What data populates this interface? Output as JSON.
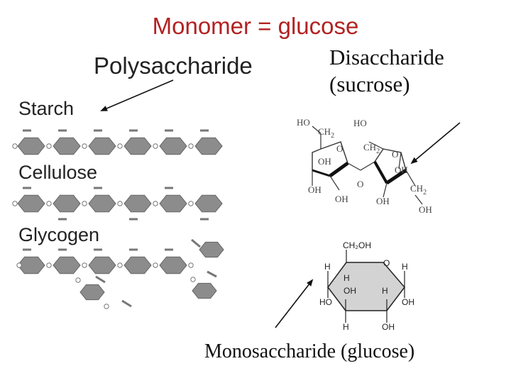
{
  "title": "Monomer = glucose",
  "labels": {
    "polysaccharide": "Polysaccharide",
    "disaccharide_line1": "Disaccharide",
    "disaccharide_line2": "(sucrose)",
    "monosaccharide": "Monosaccharide (glucose)"
  },
  "chains": {
    "starch": "Starch",
    "cellulose": "Cellulose",
    "glycogen": "Glycogen"
  },
  "sucrose_atoms": {
    "ho": "HO",
    "ch2a": "CH",
    "ch2a_sub": "2",
    "ho2": "HO",
    "ch2b": "CH",
    "ch2b_sub": "2",
    "o_ring1": "O",
    "o_link": "O",
    "o_ring2": "O",
    "oh1": "OH",
    "oh2": "OH",
    "oh3": "OH",
    "oh4": "OH",
    "oh5": "OH",
    "oh6": "OH",
    "ch2c": "CH",
    "ch2c_sub": "2"
  },
  "glucose_atoms": {
    "ch2oh": "CH₂OH",
    "h_top_left": "H",
    "o_ring": "O",
    "h_right": "H",
    "h_inner": "H",
    "oh_inner": "OH",
    "h_inner2": "H",
    "ho_left": "HO",
    "oh_right": "OH",
    "h_bottom": "H",
    "oh_bottom": "OH"
  },
  "colors": {
    "title": "#b22222",
    "hexagon_fill": "#8c8c8c",
    "glucose_ring_fill": "#d3d3d3"
  }
}
